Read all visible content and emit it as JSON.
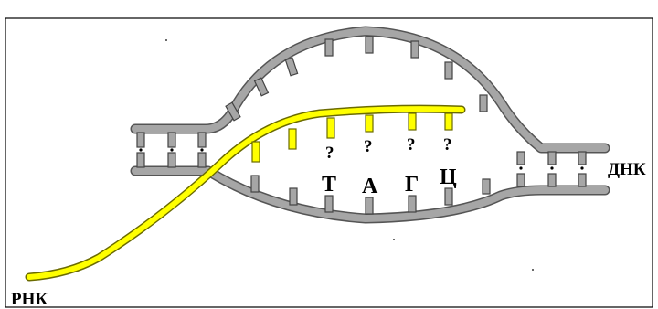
{
  "labels": {
    "dna": "ДНК",
    "rna": "РНК"
  },
  "bases": [
    "Т",
    "А",
    "Г",
    "Ц"
  ],
  "unknown_mark": "?",
  "colors": {
    "dna_strand": "#a6a6a6",
    "dna_outline": "#555555",
    "rna_strand": "#ffff00",
    "rna_outline": "#6b6b00"
  }
}
